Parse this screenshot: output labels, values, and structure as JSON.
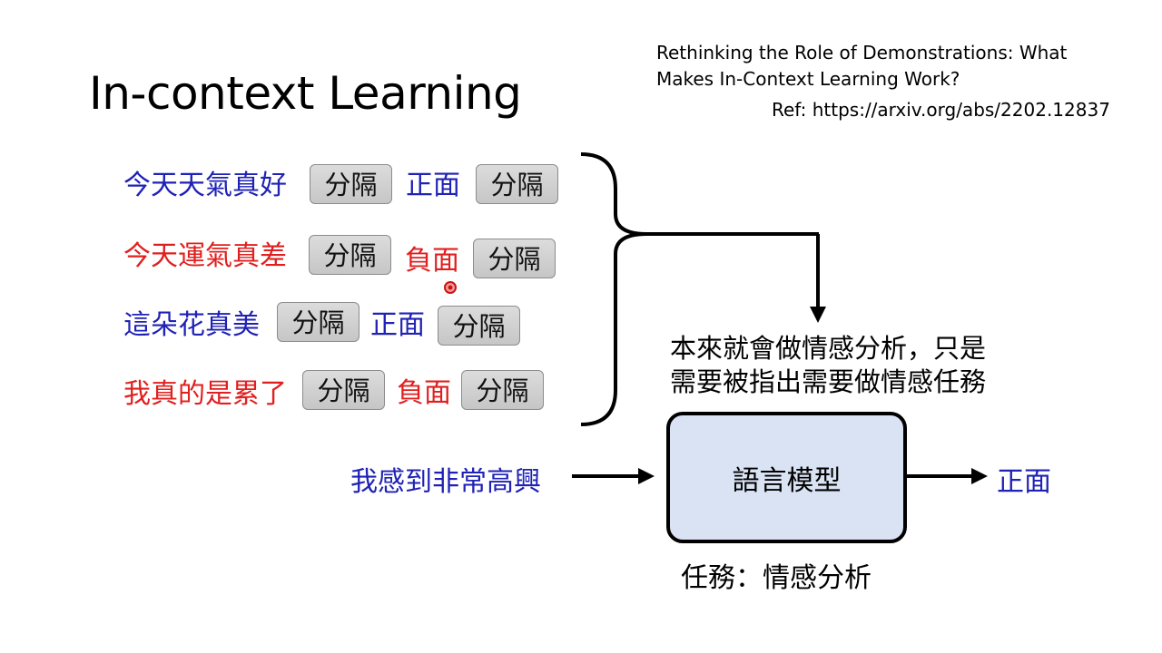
{
  "slide": {
    "title": "In-context Learning",
    "reference": {
      "paper_title": "Rethinking the Role of Demonstrations: What Makes In-Context Learning Work?",
      "link": "Ref: https://arxiv.org/abs/2202.12837"
    },
    "demonstrations": [
      {
        "text": "今天天氣真好",
        "separator_1": "分隔",
        "label": "正面",
        "separator_2": "分隔"
      },
      {
        "text": "今天運氣真差",
        "separator_1": "分隔",
        "label": "負面",
        "separator_2": "分隔"
      },
      {
        "text": "這朵花真美",
        "separator_1": "分隔",
        "label": "正面",
        "separator_2": "分隔"
      },
      {
        "text": "我真的是累了",
        "separator_1": "分隔",
        "label": "負面",
        "separator_2": "分隔"
      }
    ],
    "note_line_1": "本來就會做情感分析，只是",
    "note_line_2": "需要被指出需要做情感任務",
    "model_label": "語言模型",
    "task_label": "任務：情感分析",
    "input_text": "我感到非常高興",
    "output_text": "正面"
  },
  "colors": {
    "positive": "#1f22b4",
    "negative": "#e0201f",
    "model_fill": "#dae3f3",
    "separator_fill": "#d0d0d0"
  }
}
